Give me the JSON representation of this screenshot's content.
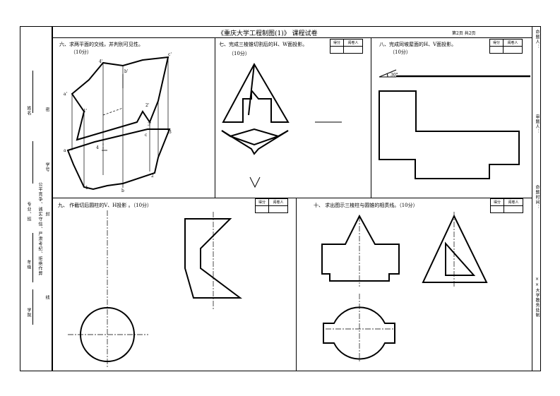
{
  "header": {
    "title": "《重庆大学工程制图(1)》 课程试卷",
    "page_info": "第2页   共2页"
  },
  "score_box": {
    "score": "得分",
    "reviewer": "阅卷人"
  },
  "left_binding": {
    "name_label": "姓名",
    "student_id_label": "学号",
    "college_label": "学院",
    "major_label": "专业、班",
    "seal_marks": [
      "密",
      "封",
      "线"
    ],
    "notice": "公平竞争、诚实守信、严肃考纪、拒绝作弊",
    "exam_label": "年级"
  },
  "right_margin": {
    "setter": "命题人：",
    "reviewer": "审题人：",
    "time": "命题时间：",
    "office": "××大学教务处制"
  },
  "questions": {
    "q6": {
      "title": "六、求两平面的交线，并判别可见性。",
      "points": "（10分）"
    },
    "q7": {
      "title": "七、完成三棱锥切割后的H、W面投影。",
      "points": "（10分）"
    },
    "q8": {
      "title": "八、完成同坡屋面的H、V面投影。",
      "points": "（10分）",
      "angle": "30°"
    },
    "q9": {
      "title": "九、 作截切后圆柱的V、H投影 。（10分）"
    },
    "q10": {
      "title": "十、 求出图示三棱柱与圆锥的相贯线。（10分）"
    }
  },
  "q6_labels": [
    "a'",
    "b'",
    "c'",
    "1'",
    "2'",
    "3'",
    "4'",
    "a",
    "b",
    "c",
    "1",
    "2",
    "3",
    "4"
  ]
}
